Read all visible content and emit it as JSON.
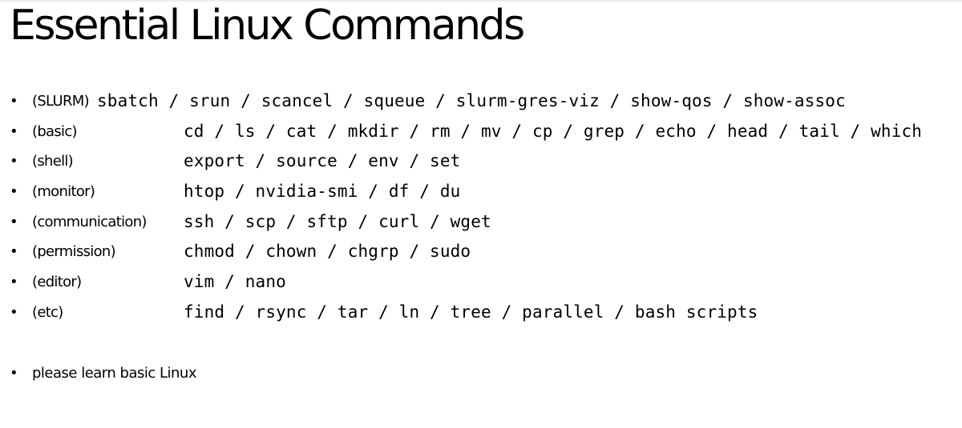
{
  "title": "Essential Linux Commands",
  "bullet_glyph": "•",
  "items": [
    {
      "category": "(SLURM)",
      "commands": "sbatch / srun / scancel / squeue / slurm-gres-viz / show-qos / show-assoc"
    },
    {
      "category": "(basic)",
      "commands": "cd / ls / cat / mkdir / rm / mv / cp / grep / echo / head / tail / which"
    },
    {
      "category": "(shell)",
      "commands": "export / source / env / set"
    },
    {
      "category": "(monitor)",
      "commands": "htop / nvidia-smi / df / du"
    },
    {
      "category": "(communication)",
      "commands": "ssh / scp / sftp / curl / wget"
    },
    {
      "category": "(permission)",
      "commands": "chmod / chown / chgrp / sudo"
    },
    {
      "category": "(editor)",
      "commands": "vim / nano"
    },
    {
      "category": "(etc)",
      "commands": "find / rsync / tar / ln / tree / parallel / bash scripts"
    }
  ],
  "note": "please learn basic Linux"
}
